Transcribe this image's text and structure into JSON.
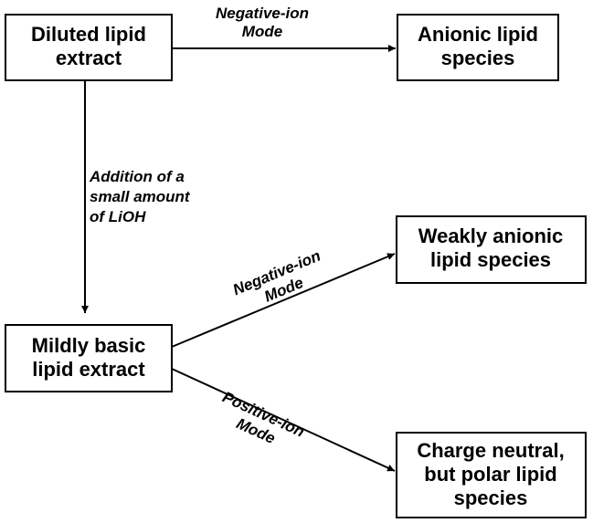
{
  "nodes": {
    "diluted": {
      "line1": "Diluted lipid",
      "line2": "extract"
    },
    "anionic": {
      "line1": "Anionic lipid",
      "line2": "species"
    },
    "mild": {
      "line1": "Mildly basic",
      "line2": "lipid extract"
    },
    "weak": {
      "line1": "Weakly anionic",
      "line2": "lipid species"
    },
    "neutral": {
      "line1": "Charge neutral,",
      "line2": "but polar lipid",
      "line3": "species"
    }
  },
  "edges": {
    "top_neg": {
      "line1": "Negative-ion",
      "line2": "Mode"
    },
    "lioh": {
      "line1": "Addition of a",
      "line2": "small amount",
      "line3": "of LiOH"
    },
    "mid_neg": {
      "line1": "Negative-ion",
      "line2": "Mode"
    },
    "pos": {
      "line1": "Positive-ion",
      "line2": "Mode"
    }
  },
  "colors": {
    "stroke": "#000000",
    "background": "#ffffff"
  }
}
